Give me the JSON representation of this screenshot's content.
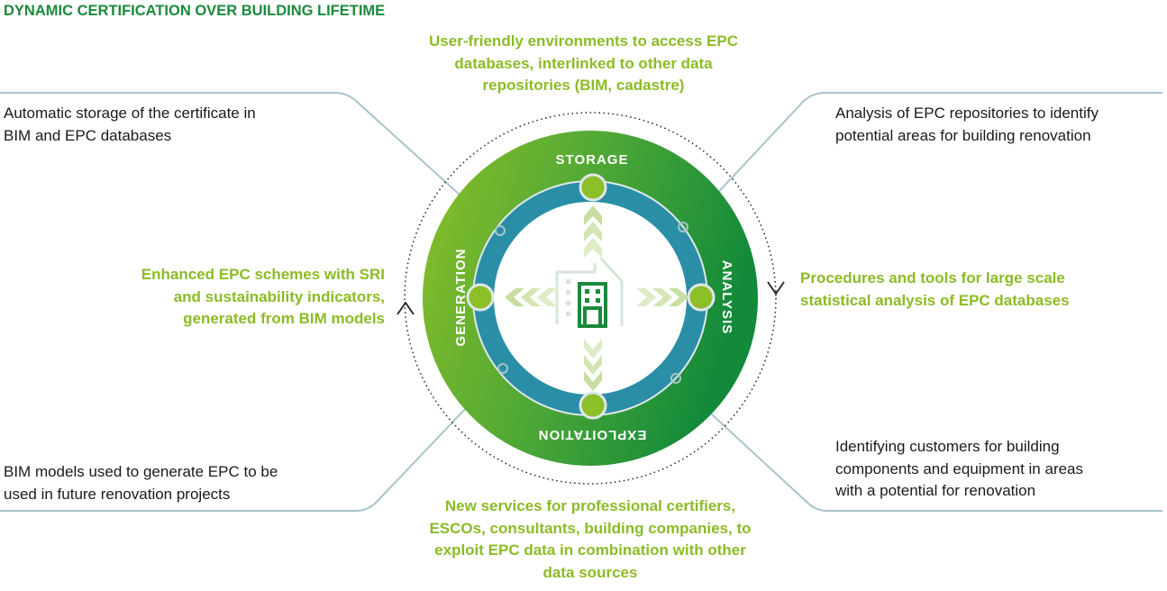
{
  "title": "DYNAMIC CERTIFICATION OVER BUILDING LIFETIME",
  "ring": {
    "storage": "STORAGE",
    "analysis": "ANALYSIS",
    "exploitation": "EXPLOITATION",
    "generation": "GENERATION"
  },
  "green_texts": {
    "top": [
      "User-friendly environments to access EPC",
      "databases, interlinked to other data",
      "repositories (BIM, cadastre)"
    ],
    "left": [
      "Enhanced EPC schemes with SRI",
      "and sustainability indicators,",
      "generated from BIM models"
    ],
    "right": [
      "Procedures and tools for large scale",
      "statistical analysis of EPC databases"
    ],
    "bottom": [
      "New services for professional certifiers,",
      "ESCOs, consultants, building companies, to",
      "exploit EPC data in combination with other",
      "data sources"
    ]
  },
  "black_texts": {
    "top_left": [
      "Automatic storage of the certificate in",
      "BIM and EPC databases"
    ],
    "top_right": [
      "Analysis of EPC repositories to identify",
      "potential areas for building renovation"
    ],
    "bottom_left": [
      "BIM models used to generate EPC to be",
      "used in future renovation projects"
    ],
    "bottom_right": [
      "Identifying customers for building",
      "components and equipment in areas",
      "with a potential for renovation"
    ]
  },
  "colors": {
    "dark_green": "#1b8a3c",
    "light_green": "#8cbb26",
    "teal": "#2a8fa6",
    "line": "#a9c3cb"
  }
}
